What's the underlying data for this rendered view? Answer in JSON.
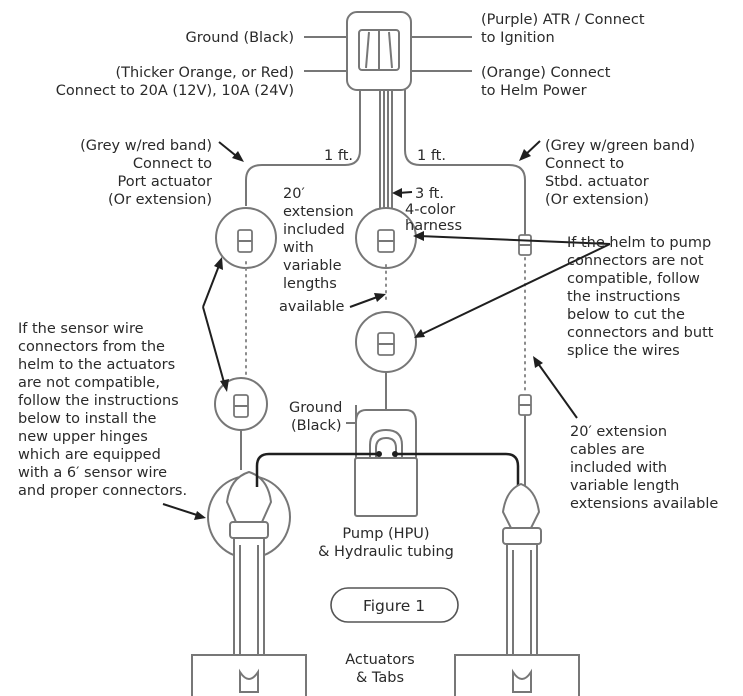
{
  "labels": {
    "ground_black": "Ground (Black)",
    "purple_line1": "(Purple) ATR / Connect",
    "purple_line2": "to Ignition",
    "orange_red_line1": "(Thicker Orange, or Red)",
    "orange_red_line2": "Connect to 20A (12V), 10A (24V)",
    "orange_line1": "(Orange) Connect",
    "orange_line2": "to Helm Power",
    "port_line1": "(Grey w/red band)",
    "port_line2": "Connect to",
    "port_line3": "Port actuator",
    "port_line4": "(Or extension)",
    "stbd_line1": "(Grey w/green band)",
    "stbd_line2": "Connect to",
    "stbd_line3": "Stbd. actuator",
    "stbd_line4": "(Or extension)",
    "one_ft_left": "1 ft.",
    "one_ft_right": "1 ft.",
    "harness_line1": "3 ft.",
    "harness_line2": "4-color",
    "harness_line3": "harness",
    "ext20_line1": "20′",
    "ext20_line2": "extension",
    "ext20_line3": "included",
    "ext20_line4": "with",
    "ext20_line5": "variable",
    "ext20_line6": "lengths",
    "ext20_line7": "available",
    "helm_pump_line1": "If the helm to pump",
    "helm_pump_line2": "connectors are not",
    "helm_pump_line3": "compatible, follow",
    "helm_pump_line4": "the instructions",
    "helm_pump_line5": "below to cut the",
    "helm_pump_line6": "connectors and butt",
    "helm_pump_line7": "splice the wires",
    "sensor_line1": "If  the sensor wire",
    "sensor_line2": "connectors from the",
    "sensor_line3": "helm to the actuators",
    "sensor_line4": "are not compatible,",
    "sensor_line5": "follow the instructions",
    "sensor_line6": "below to install the",
    "sensor_line7": "new upper hinges",
    "sensor_line8": "which are equipped",
    "sensor_line9": "with a 6′ sensor wire",
    "sensor_line10": "and proper connectors.",
    "pump_ground_line1": "Ground",
    "pump_ground_line2": "(Black)",
    "pump_line1": "Pump (HPU)",
    "pump_line2": "& Hydraulic tubing",
    "ext_cable_line1": "20′ extension",
    "ext_cable_line2": "cables are",
    "ext_cable_line3": "included with",
    "ext_cable_line4": "variable length",
    "ext_cable_line5": "extensions available",
    "figure_label": "Figure 1",
    "actuators_line1": "Actuators",
    "actuators_line2": "& Tabs"
  },
  "colors": {
    "wire_grey": "#777777",
    "hydraulic_black": "#1f1f1f",
    "text": "#2a2a2a"
  }
}
